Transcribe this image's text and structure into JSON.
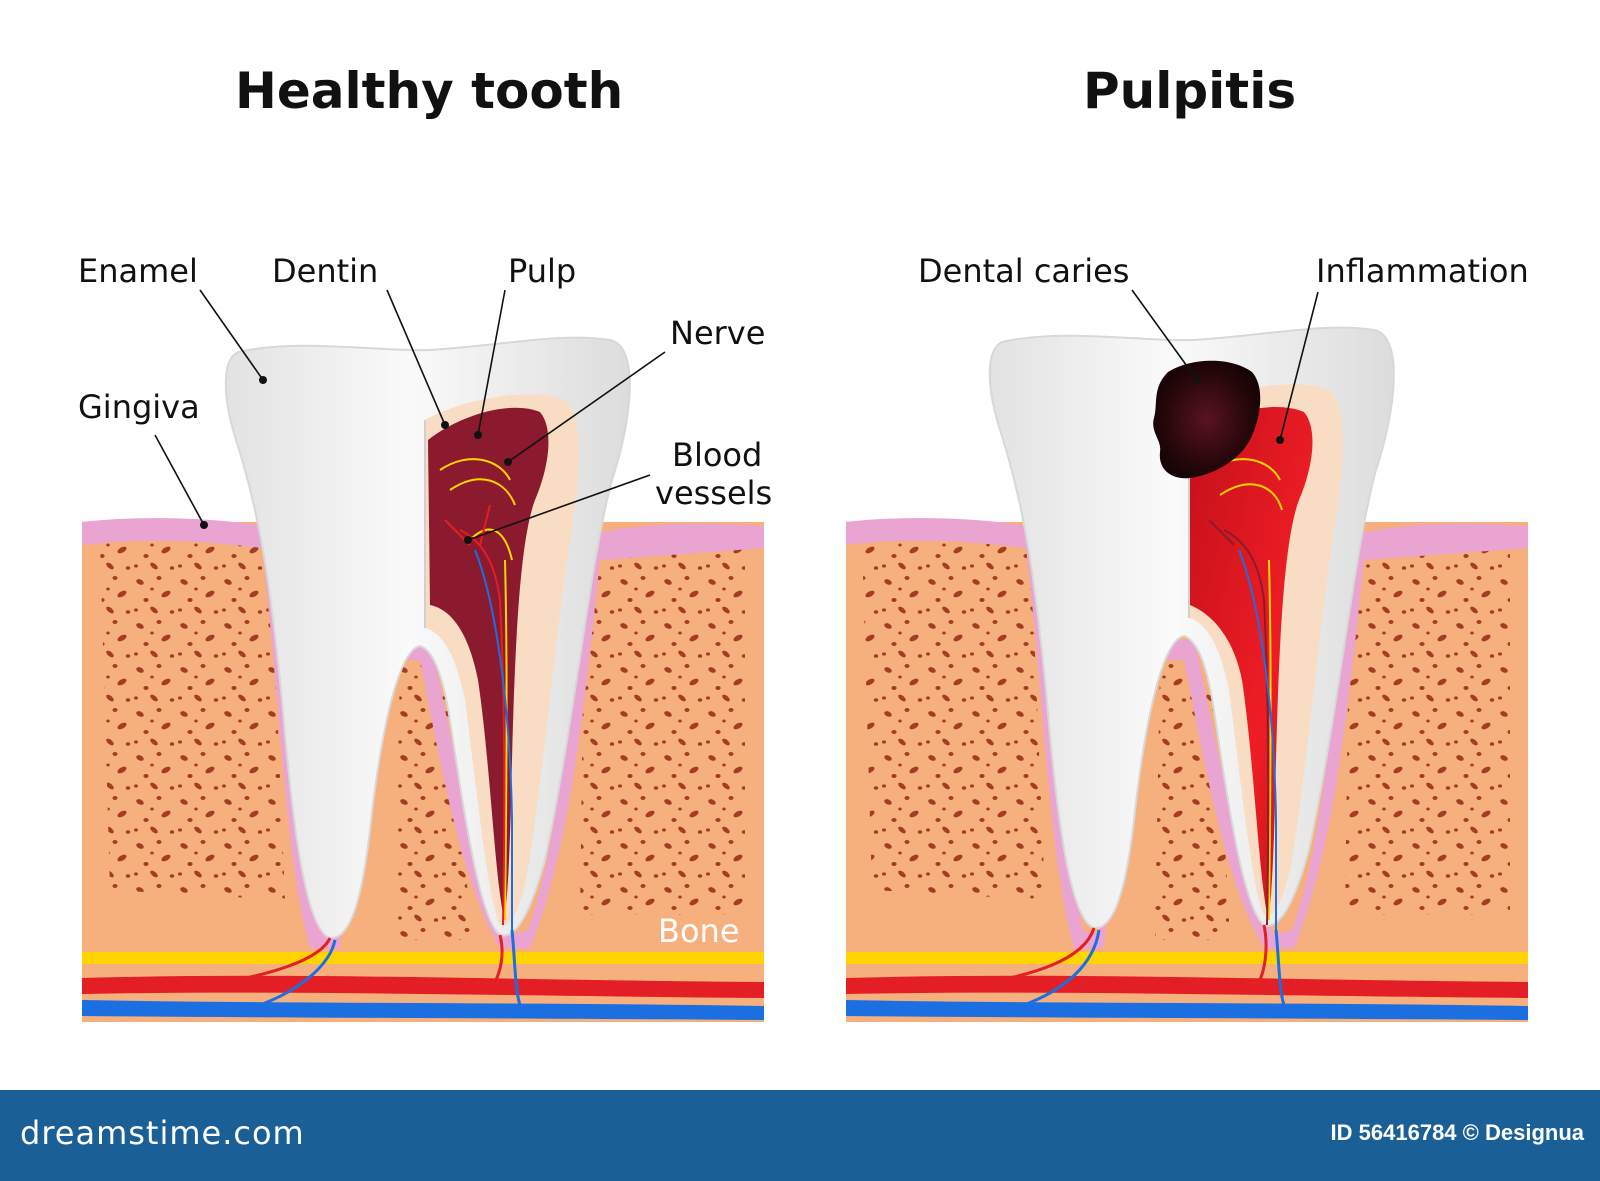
{
  "panels": {
    "healthy": {
      "title": "Healthy tooth",
      "labels": {
        "enamel": "Enamel",
        "dentin": "Dentin",
        "pulp": "Pulp",
        "nerve": "Nerve",
        "gingiva": "Gingiva",
        "blood_vessels_line1": "Blood",
        "blood_vessels_line2": "vessels",
        "bone": "Bone"
      }
    },
    "pulpitis": {
      "title": "Pulpitis",
      "labels": {
        "dental_caries": "Dental caries",
        "inflammation": "Inflammation"
      }
    }
  },
  "footer": {
    "brand": "dreamstime.com",
    "image_id": "ID 56416784 © Designua"
  },
  "colors": {
    "bone": "#f6b07d",
    "bone_pores": "#a0361e",
    "gingiva": "#e9a4d2",
    "enamel": "#efefef",
    "dentin": "#f9dcc4",
    "pulp_healthy": "#8c1a2e",
    "pulp_inflamed": "#e3121c",
    "caries": "#1e0709",
    "artery": "#e31e24",
    "vein": "#1b6fe0",
    "nerve": "#ffd400",
    "footer": "#1a5f96"
  }
}
